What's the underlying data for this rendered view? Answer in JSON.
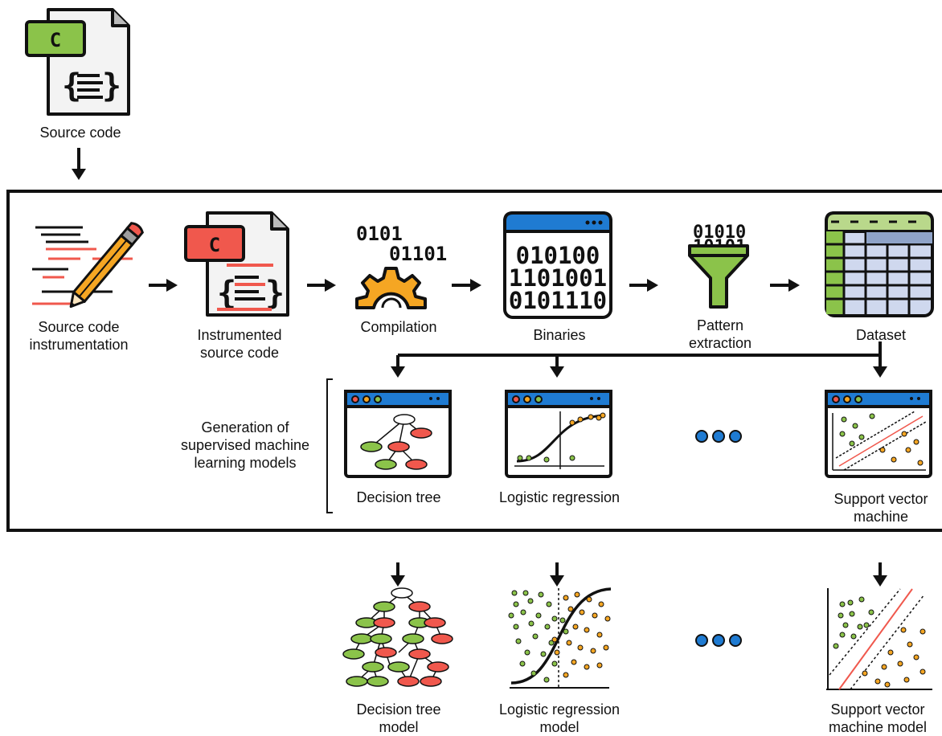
{
  "source": {
    "label": "Source code",
    "badge": "C"
  },
  "pipeline": {
    "instrumentation": {
      "line1": "Source code",
      "line2": "instrumentation"
    },
    "instrumented": {
      "line1": "Instrumented",
      "line2": "source code",
      "badge": "C"
    },
    "compilation": {
      "label": "Compilation",
      "bits1": "0101",
      "bits2": "01101"
    },
    "binaries": {
      "label": "Binaries",
      "rows": [
        "010100",
        "1101001",
        "0101110"
      ]
    },
    "pattern": {
      "line1": "Pattern",
      "line2": "extraction",
      "bits1": "01010",
      "bits2": "10101"
    },
    "dataset": {
      "label": "Dataset"
    }
  },
  "generation": {
    "line1": "Generation of",
    "line2": "supervised machine",
    "line3": "learning models"
  },
  "models": {
    "decision_tree": {
      "label": "Decision tree"
    },
    "logistic": {
      "label": "Logistic regression"
    },
    "svm": {
      "line1": "Support vector",
      "line2": "machine"
    }
  },
  "outputs": {
    "decision_tree": {
      "line1": "Decision tree",
      "line2": "model"
    },
    "logistic": {
      "line1": "Logistic regression",
      "line2": "model"
    },
    "svm": {
      "line1": "Support vector",
      "line2": "machine model"
    }
  },
  "colors": {
    "green": "#8bc34a",
    "red": "#f0584d",
    "blue": "#1f7bd2",
    "orange": "#f5a623",
    "outline": "#111111",
    "grid_blue": "#cfd8ee"
  }
}
